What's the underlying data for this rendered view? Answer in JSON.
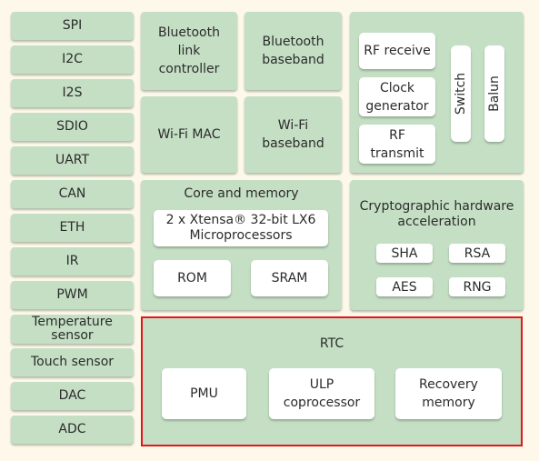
{
  "peripherals": [
    {
      "label": "SPI"
    },
    {
      "label": "I2C"
    },
    {
      "label": "I2S"
    },
    {
      "label": "SDIO"
    },
    {
      "label": "UART"
    },
    {
      "label": "CAN"
    },
    {
      "label": "ETH"
    },
    {
      "label": "IR"
    },
    {
      "label": "PWM"
    },
    {
      "label": "Temperature sensor"
    },
    {
      "label": "Touch sensor"
    },
    {
      "label": "DAC"
    },
    {
      "label": "ADC"
    }
  ],
  "wireless": {
    "bt_link_controller": "Bluetooth link controller",
    "bt_baseband": "Bluetooth baseband",
    "wifi_mac": "Wi-Fi MAC",
    "wifi_baseband": "Wi-Fi baseband"
  },
  "rf": {
    "receive": "RF receive",
    "clock": "Clock generator",
    "transmit": "RF transmit",
    "switch": "Switch",
    "balun": "Balun"
  },
  "core": {
    "title": "Core and memory",
    "processor": "2 x Xtensa® 32-bit LX6 Microprocessors",
    "rom": "ROM",
    "sram": "SRAM"
  },
  "crypto": {
    "title": "Cryptographic hardware acceleration",
    "sha": "SHA",
    "rsa": "RSA",
    "aes": "AES",
    "rng": "RNG"
  },
  "rtc": {
    "title": "RTC",
    "pmu": "PMU",
    "ulp": "ULP coprocessor",
    "recovery": "Recovery memory"
  },
  "colors": {
    "background": "#fdf8ea",
    "block": "#c5dfc5",
    "highlight": "#e8141b"
  }
}
